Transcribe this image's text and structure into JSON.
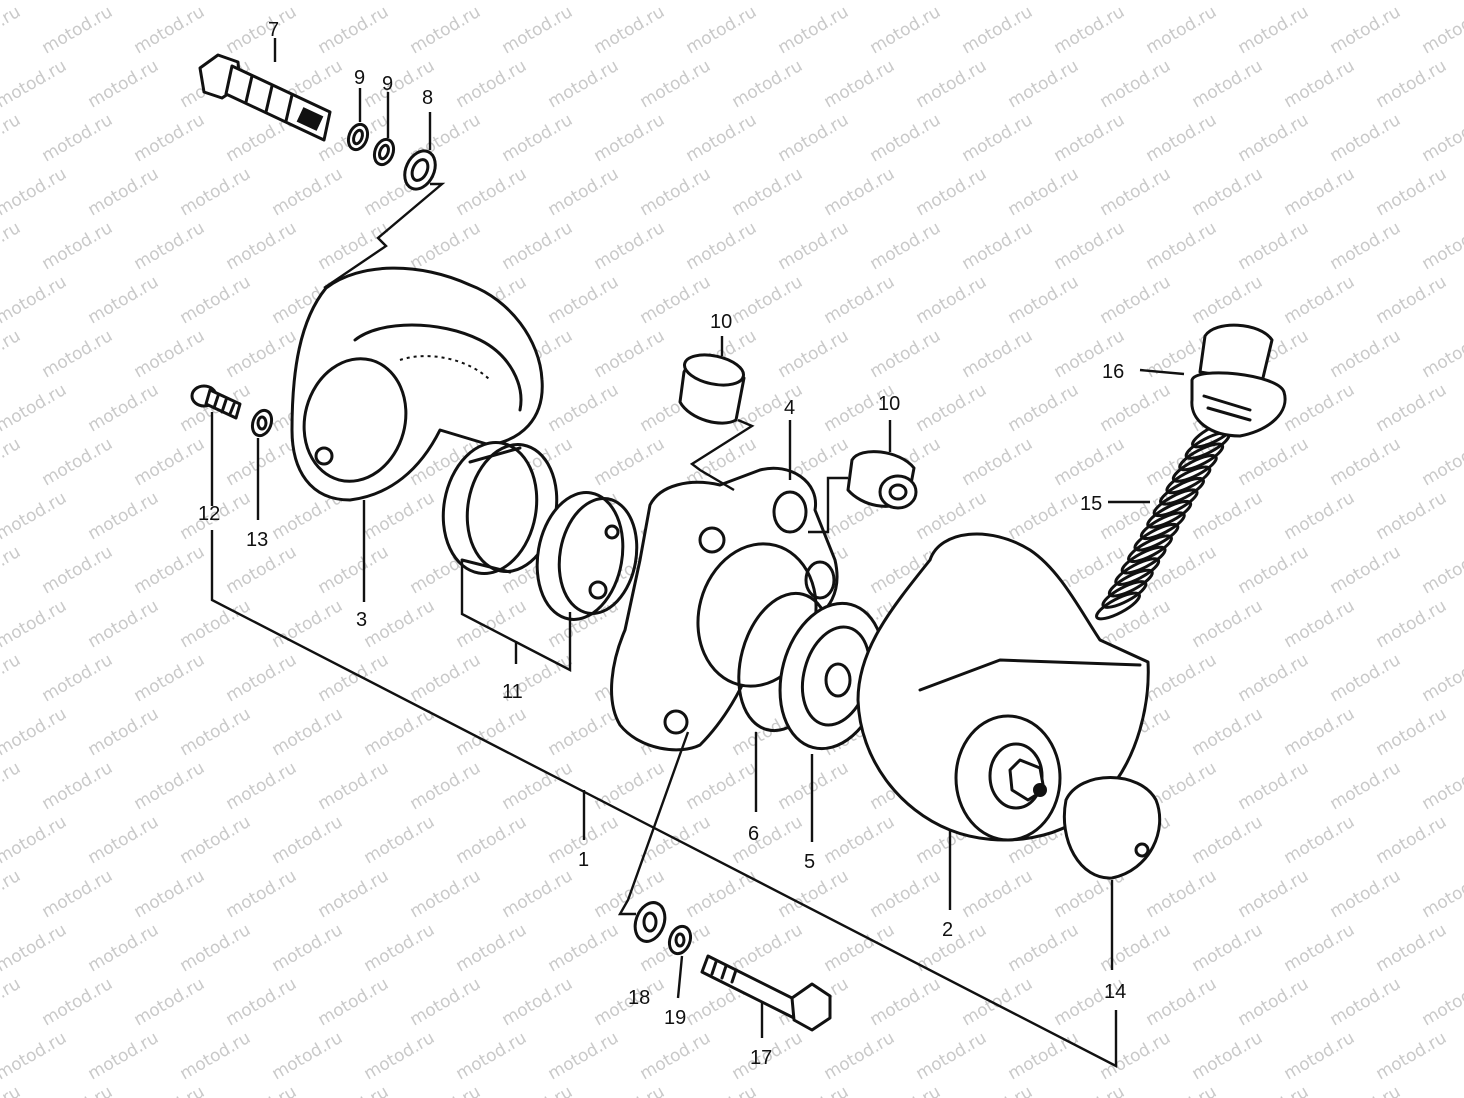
{
  "watermark": "motod.ru",
  "callouts": {
    "c1": "1",
    "c2": "2",
    "c3": "3",
    "c4": "4",
    "c5": "5",
    "c6": "6",
    "c7": "7",
    "c8": "8",
    "c9a": "9",
    "c9b": "9",
    "c10a": "10",
    "c10b": "10",
    "c11": "11",
    "c12": "12",
    "c13": "13",
    "c14": "14",
    "c15": "15",
    "c16": "16",
    "c17": "17",
    "c18": "18",
    "c19": "19"
  }
}
